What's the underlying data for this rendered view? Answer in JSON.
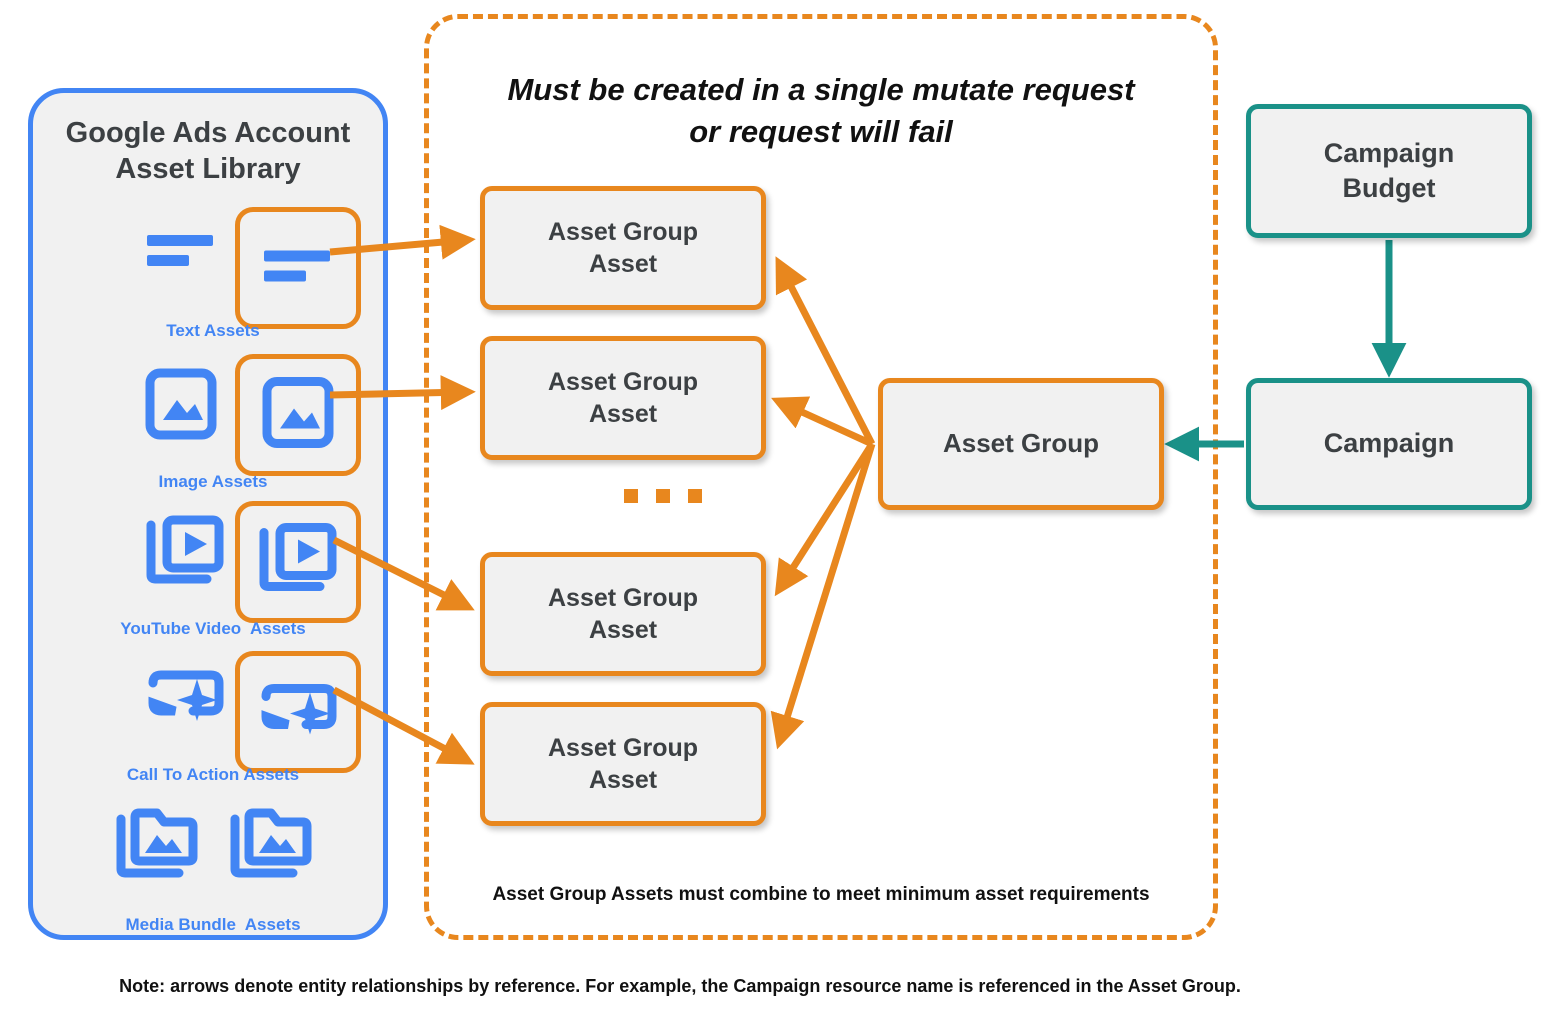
{
  "library": {
    "title": "Google Ads Account\nAsset Library",
    "border_color": "#4285f4",
    "items": [
      {
        "label": "Text Assets",
        "icon": "text-asset-icon"
      },
      {
        "label": "Image Assets",
        "icon": "image-asset-icon"
      },
      {
        "label": "YouTube Video  Assets",
        "icon": "youtube-video-asset-icon"
      },
      {
        "label": "Call To Action Assets",
        "icon": "call-to-action-asset-icon"
      },
      {
        "label": "Media Bundle  Assets",
        "icon": "media-bundle-asset-icon"
      }
    ]
  },
  "mutate_panel": {
    "title": "Must be created in a single mutate request\nor request will fail",
    "footer": "Asset Group Assets must combine to meet minimum asset requirements",
    "border_color": "#e8871e",
    "border_style": "dashed"
  },
  "nodes": {
    "asset_group_assets": [
      {
        "label": "Asset Group\nAsset"
      },
      {
        "label": "Asset Group\nAsset"
      },
      {
        "label": "Asset Group\nAsset"
      },
      {
        "label": "Asset Group\nAsset"
      }
    ],
    "asset_group": {
      "label": "Asset Group",
      "color": "#e8871e"
    },
    "campaign_budget": {
      "label": "Campaign\nBudget",
      "color": "#1a9188"
    },
    "campaign": {
      "label": "Campaign",
      "color": "#1a9188"
    }
  },
  "ellipsis": {
    "glyph": "ellipsis-marker",
    "count": 3
  },
  "footer_note": "Note: arrows denote entity relationships by reference. For example, the Campaign resource name is referenced in the Asset Group.",
  "colors": {
    "orange": "#e8871e",
    "teal": "#1a9188",
    "blue": "#4285f4",
    "box_fill": "#f1f1f1",
    "text": "#3c4043"
  }
}
